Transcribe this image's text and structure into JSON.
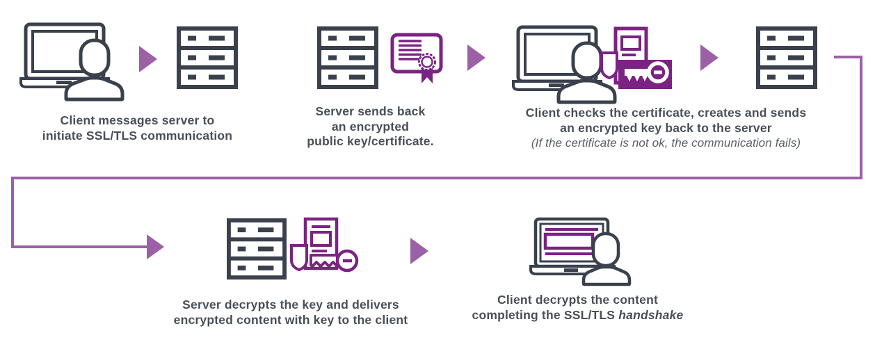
{
  "colors": {
    "flow_purple": "#9c60a6",
    "deep_purple": "#7b2382",
    "icon_dark": "#3a414c",
    "text_dark": "#494e58",
    "note_gray": "#585d66",
    "background": "#ffffff"
  },
  "steps": [
    {
      "id": 1,
      "icons": [
        "laptop-user-icon",
        "flow-arrow-icon",
        "server-icon"
      ],
      "caption_line1": "Client messages server to",
      "caption_line2": "initiate SSL/TLS communication"
    },
    {
      "id": 2,
      "icons": [
        "server-icon",
        "certificate-icon",
        "flow-arrow-icon"
      ],
      "caption_line1": "Server sends back",
      "caption_line2": "an encrypted",
      "caption_line3": "public key/certificate."
    },
    {
      "id": 3,
      "icons": [
        "laptop-user-icon",
        "shield-icon",
        "certificate-document-icon",
        "encrypted-key-icon",
        "flow-arrow-icon",
        "server-icon"
      ],
      "caption_line1": "Client checks the certificate, creates and sends",
      "caption_line2": "an encrypted key back to the server",
      "note": "(If the certificate is not ok, the communication fails)"
    },
    {
      "id": 4,
      "icons": [
        "server-icon",
        "shield-icon",
        "certificate-document-icon",
        "key-icon",
        "flow-arrow-icon"
      ],
      "caption_line1": "Server decrypts the key and delivers",
      "caption_line2": "encrypted content with key to the client"
    },
    {
      "id": 5,
      "icons": [
        "laptop-user-content-icon"
      ],
      "caption_line1": "Client decrypts the content",
      "caption_line2_prefix": "completing the SSL/TLS ",
      "caption_line2_italic": "handshake"
    }
  ]
}
